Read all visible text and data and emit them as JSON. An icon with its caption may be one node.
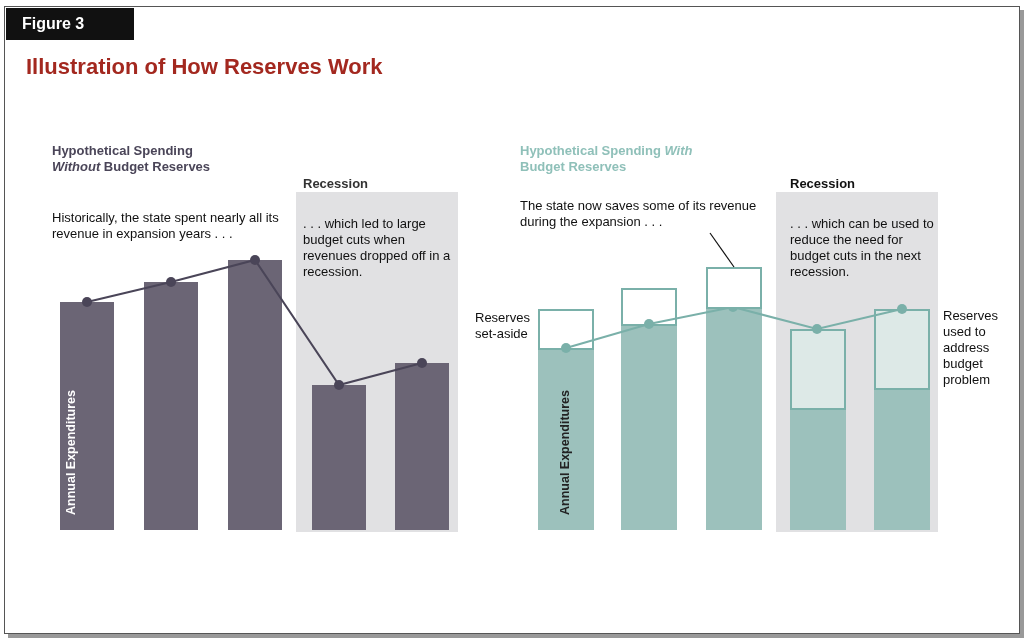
{
  "diagram": {
    "title": "Illustration of How Reserves Work",
    "nodes": [
      {
        "text": [
          "The state now saves some of its revenue during the expansion . . ."
        ]
      },
      {
        "text": [],
        "shape": "box"
      }
    ],
    "edges": [
      {
        "from": 0,
        "to": 1,
        "arrow": "none"
      }
    ],
    "labels": [
      "Figure 3",
      "Hypothetical Spending *Without* Budget Reserves",
      "Recession",
      "Historically, the state spent nearly all its revenue in expansion years . . .",
      ". . . which led to large budget cuts when revenues dropped off in a recession.",
      "Annual Expenditures",
      "Hypothetical Spending *With* Budget Reserves",
      "Recession",
      ". . . which can be used to reduce the need for budget cuts in the next recession.",
      "Reserves set-aside",
      "Annual Expenditures",
      "Reserves used to address budget problem"
    ]
  }
}
